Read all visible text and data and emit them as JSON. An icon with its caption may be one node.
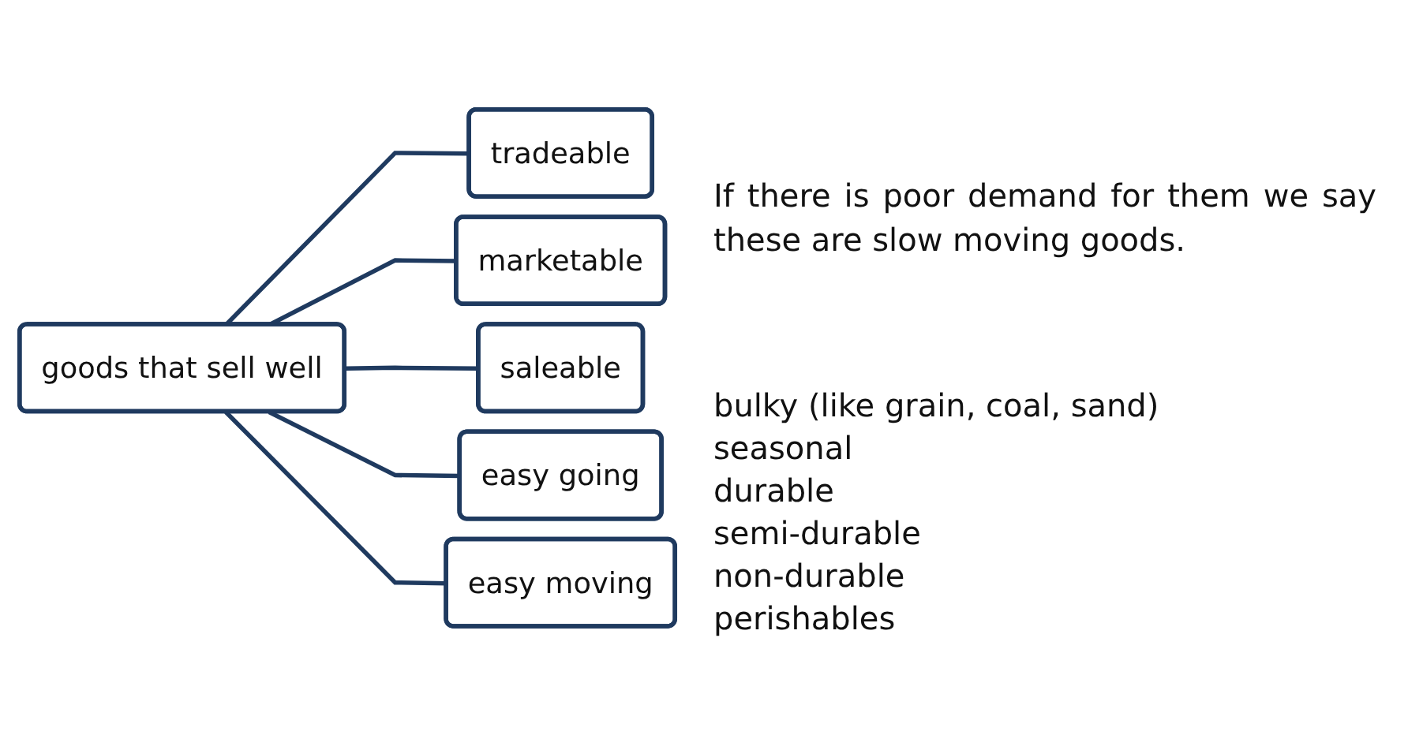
{
  "diagram": {
    "nodes": [
      {
        "text": [
          "goods that sell well"
        ]
      },
      {
        "text": [
          "tradeable"
        ]
      },
      {
        "text": [
          "marketable"
        ]
      },
      {
        "text": [
          "saleable"
        ]
      },
      {
        "text": [
          "easy going"
        ]
      },
      {
        "text": [
          "easy moving"
        ]
      }
    ],
    "edges": [
      {
        "from": 0,
        "to": 1,
        "arrow": "none"
      },
      {
        "from": 0,
        "to": 2,
        "arrow": "none"
      },
      {
        "from": 0,
        "to": 3,
        "arrow": "none"
      },
      {
        "from": 0,
        "to": 4,
        "arrow": "none"
      },
      {
        "from": 0,
        "to": 5,
        "arrow": "none"
      }
    ],
    "labels": [
      "If there is poor demand for them we say these are slow moving goods.",
      "bulky (like grain, coal, sand)",
      "seasonal",
      "durable",
      "semi-durable",
      "non-durable",
      "perishables"
    ]
  }
}
